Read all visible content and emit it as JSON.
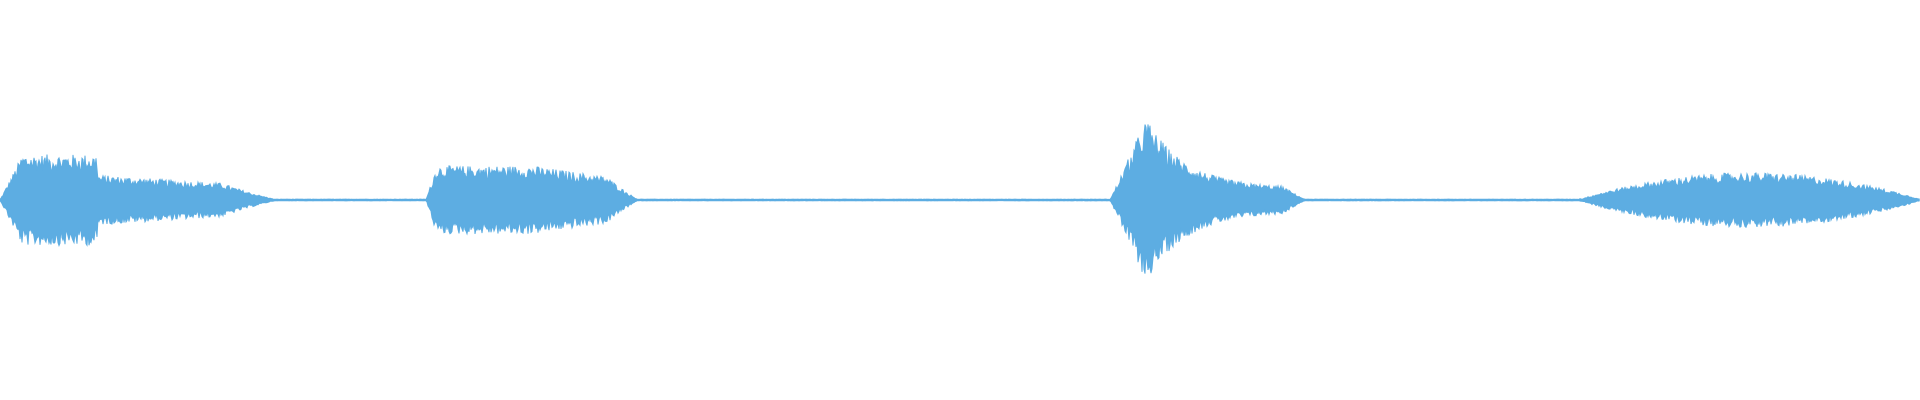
{
  "waveform": {
    "color": "#5dade2",
    "background": "#ffffff",
    "segments": [
      {
        "start_fraction": 0.0,
        "end_fraction": 0.145,
        "peak_level": 0.2,
        "shape": "decay"
      },
      {
        "start_fraction": 0.222,
        "end_fraction": 0.333,
        "peak_level": 0.15,
        "shape": "plateau"
      },
      {
        "start_fraction": 0.578,
        "end_fraction": 0.68,
        "peak_level": 0.35,
        "shape": "spike"
      },
      {
        "start_fraction": 0.823,
        "end_fraction": 1.0,
        "peak_level": 0.12,
        "shape": "swell"
      }
    ]
  }
}
